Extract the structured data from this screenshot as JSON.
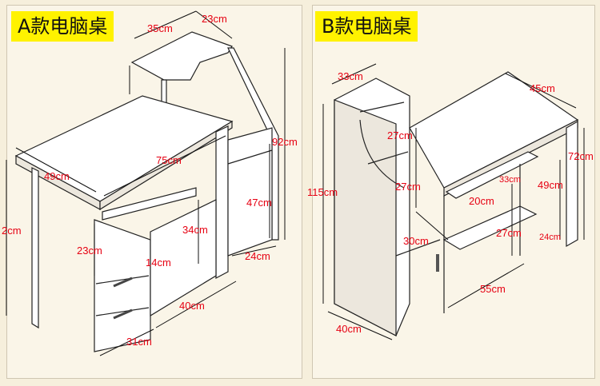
{
  "desk_a": {
    "title": "A款电脑桌",
    "dims": {
      "shelf_width": "35cm",
      "shelf_depth": "23cm",
      "depth": "49cm",
      "width": "75cm",
      "height": "92cm",
      "left_height": "2cm",
      "inner_height": "47cm",
      "drawer_height": "34cm",
      "drawer_width": "23cm",
      "drawer_gap": "14cm",
      "cabinet_depth": "40cm",
      "cabinet_width": "31cm",
      "back_depth": "24cm"
    }
  },
  "desk_b": {
    "title": "B款电脑桌",
    "dims": {
      "shelf_width": "33cm",
      "top_width": "45cm",
      "shelf_1": "27cm",
      "shelf_2": "27cm",
      "tower_height": "115cm",
      "desk_height": "72cm",
      "inner_height": "49cm",
      "keyboard_small": "33cm",
      "keyboard_depth": "20cm",
      "lower_shelf": "27cm",
      "back_depth": "24cm",
      "cabinet_width": "30cm",
      "desk_width": "55cm",
      "base_depth": "40cm"
    }
  }
}
